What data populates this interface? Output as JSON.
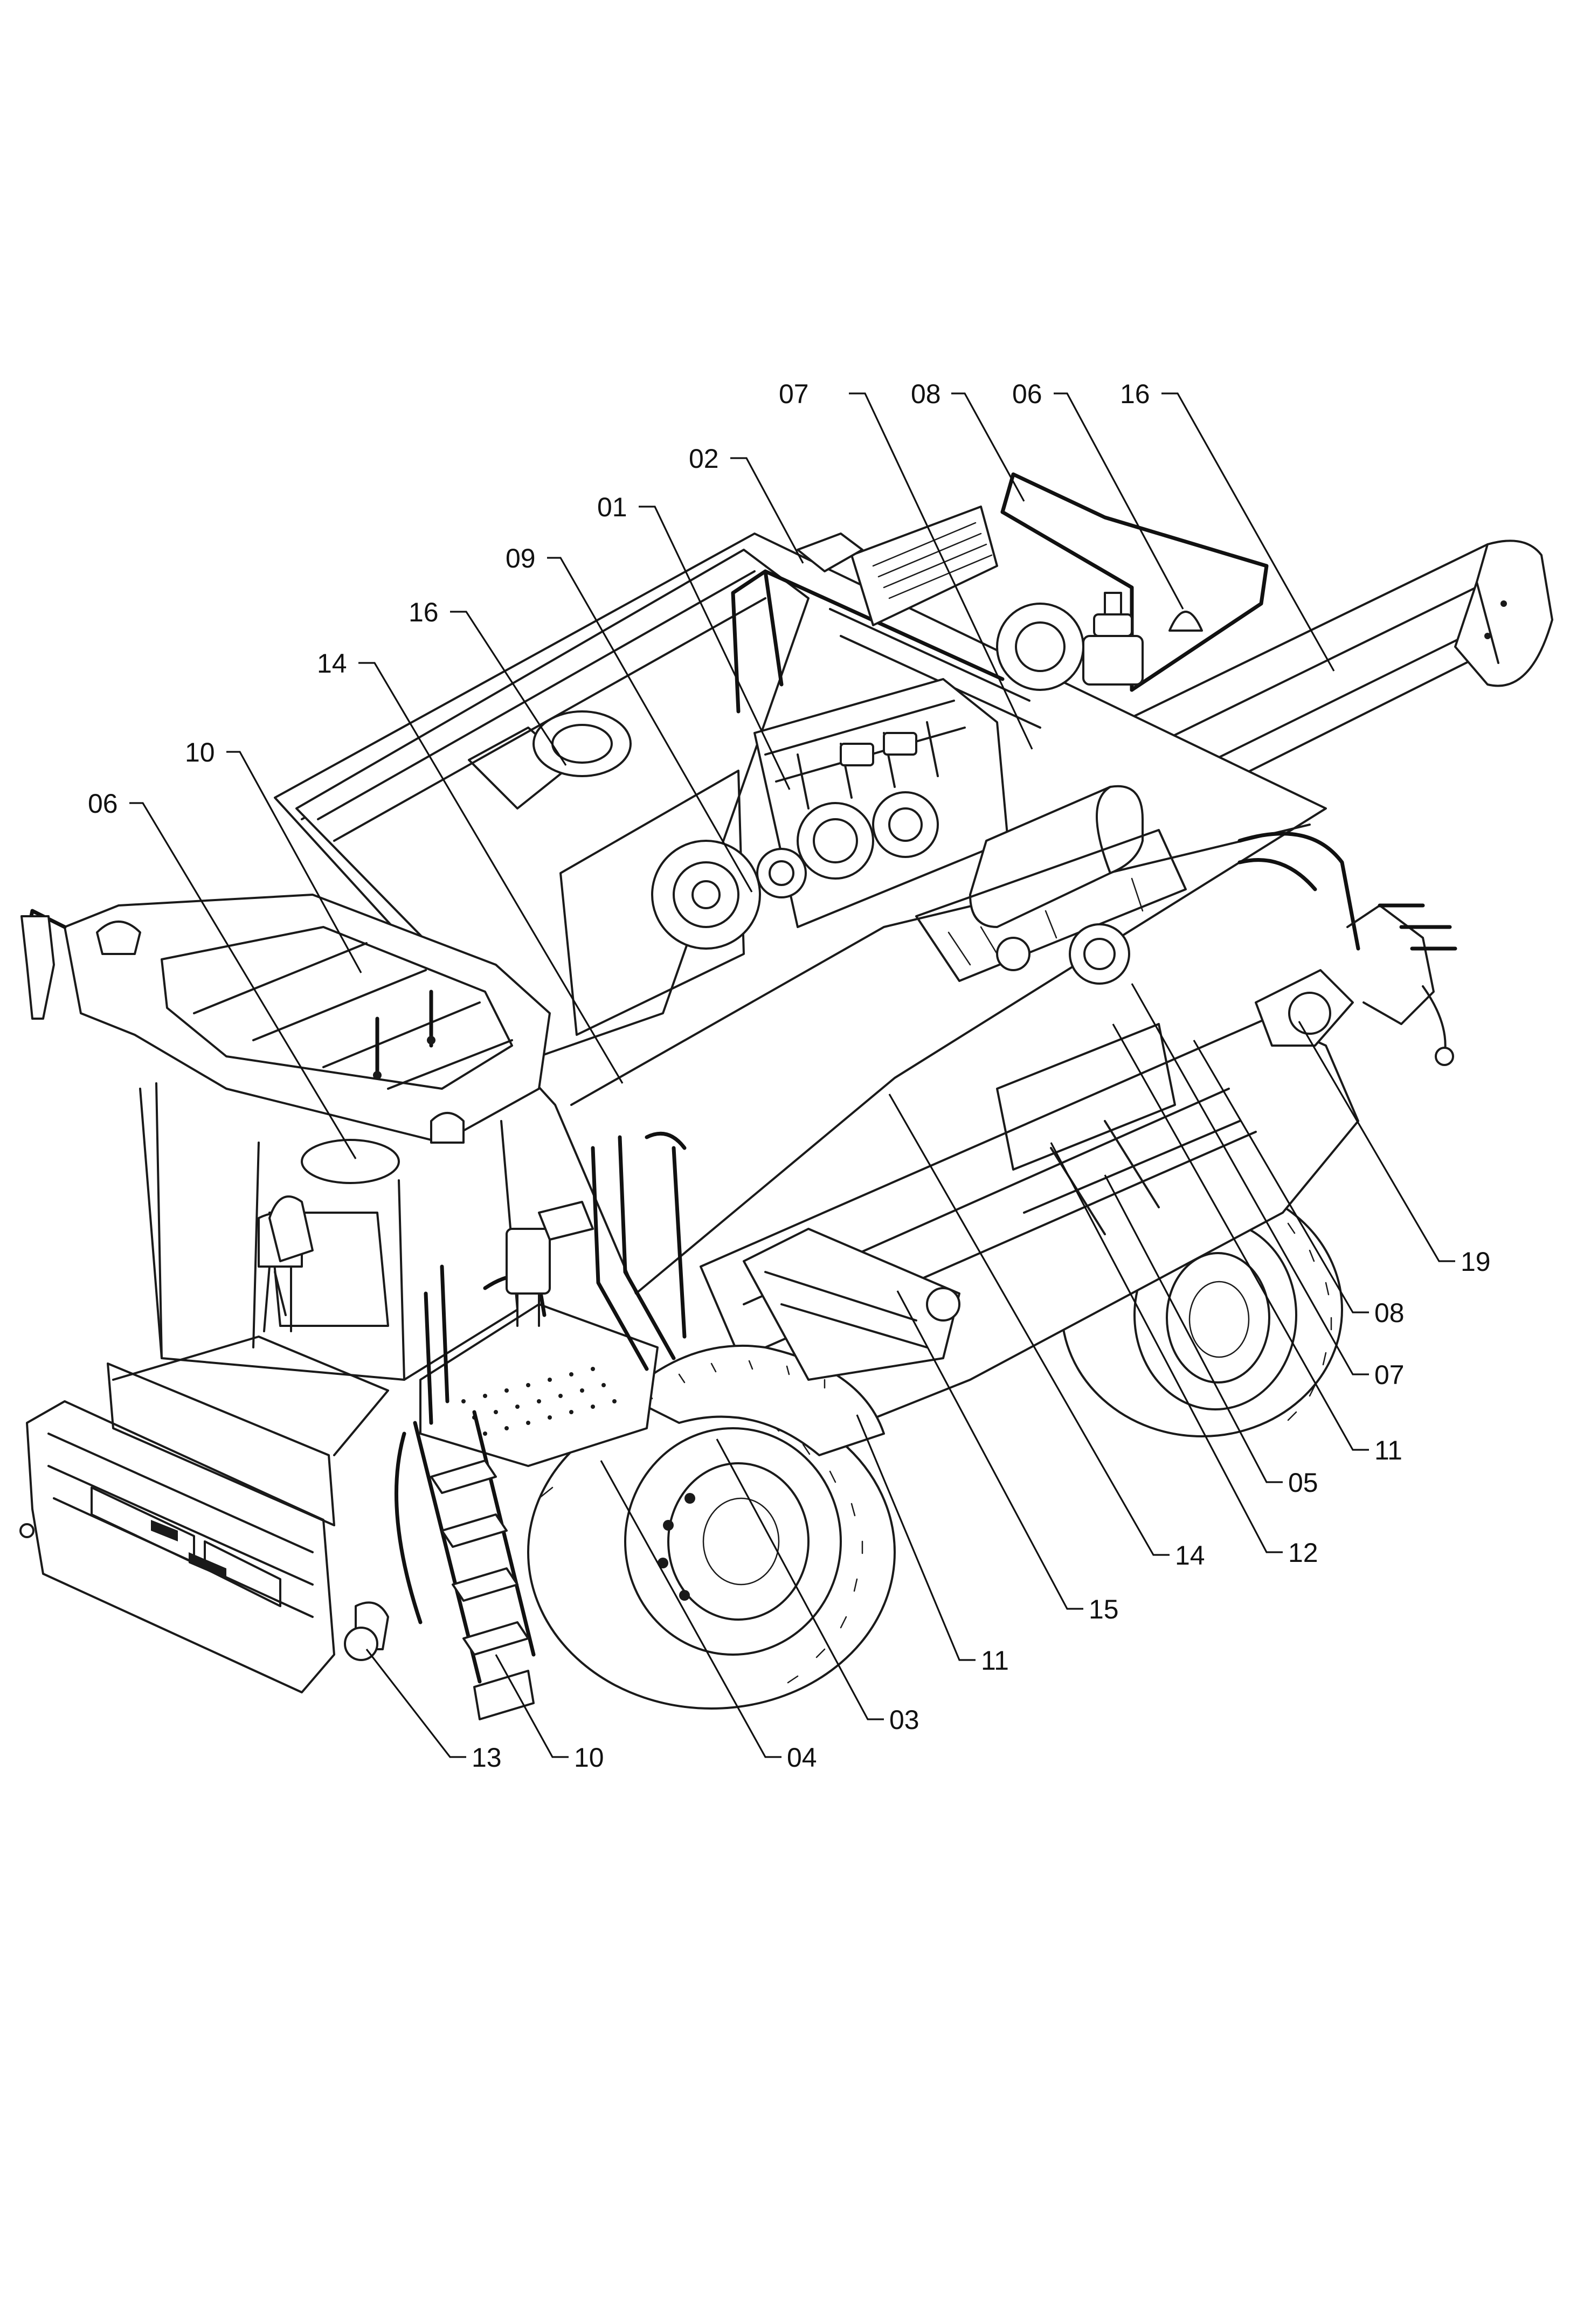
{
  "callouts": [
    {
      "id": "c-07-top",
      "label": "07"
    },
    {
      "id": "c-08-top",
      "label": "08"
    },
    {
      "id": "c-06-top",
      "label": "06"
    },
    {
      "id": "c-16-top",
      "label": "16"
    },
    {
      "id": "c-02",
      "label": "02"
    },
    {
      "id": "c-01",
      "label": "01"
    },
    {
      "id": "c-09",
      "label": "09"
    },
    {
      "id": "c-16-left",
      "label": "16"
    },
    {
      "id": "c-14-left",
      "label": "14"
    },
    {
      "id": "c-10-left",
      "label": "10"
    },
    {
      "id": "c-06-left",
      "label": "06"
    },
    {
      "id": "c-19",
      "label": "19"
    },
    {
      "id": "c-08-right",
      "label": "08"
    },
    {
      "id": "c-07-right",
      "label": "07"
    },
    {
      "id": "c-11-right",
      "label": "11"
    },
    {
      "id": "c-05",
      "label": "05"
    },
    {
      "id": "c-12",
      "label": "12"
    },
    {
      "id": "c-14-bottom",
      "label": "14"
    },
    {
      "id": "c-15",
      "label": "15"
    },
    {
      "id": "c-11-bottom",
      "label": "11"
    },
    {
      "id": "c-03",
      "label": "03"
    },
    {
      "id": "c-04",
      "label": "04"
    },
    {
      "id": "c-10-bottom",
      "label": "10"
    },
    {
      "id": "c-13",
      "label": "13"
    }
  ]
}
